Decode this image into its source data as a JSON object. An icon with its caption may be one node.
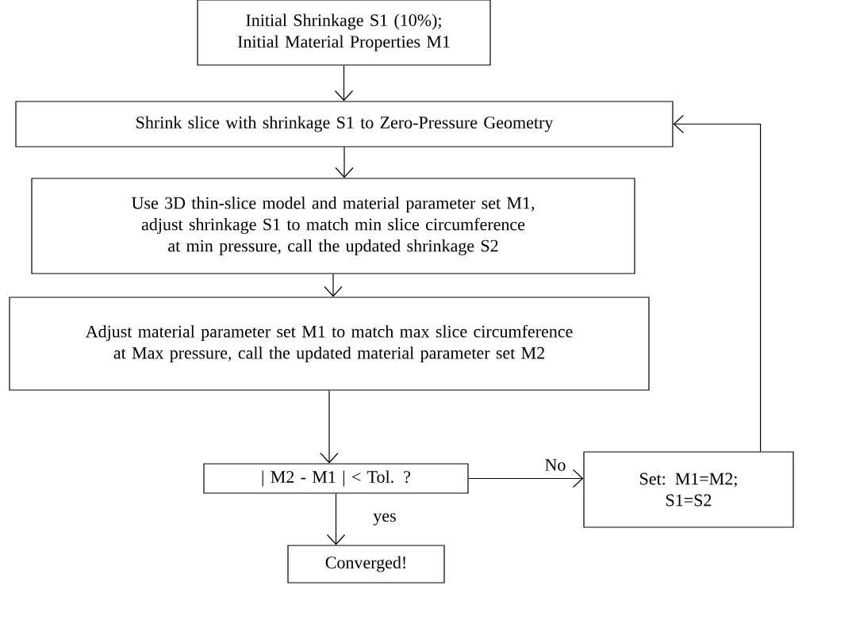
{
  "diagram": {
    "nodes": [
      {
        "text": [
          "Initial Shrinkage S1 (10%); Initial Material Properties M1"
        ]
      },
      {
        "text": [
          "Shrink slice with shrinkage S1 to Zero-Pressure Geometry"
        ]
      },
      {
        "text": [
          "Use 3D thin-slice model and material parameter set M1, adjust shrinkage S1 to match min slice circumference at min pressure, call the updated shrinkage S2"
        ]
      },
      {
        "text": [
          "Adjust material parameter set M1 to match max slice circumference at Max pressure, call the updated material parameter set M2"
        ]
      },
      {
        "text": [
          "| M2 - M1 | < Tol. ?"
        ]
      },
      {
        "text": [
          "Set: M1=M2; S1=S2"
        ]
      },
      {
        "text": [
          "Converged!"
        ]
      }
    ],
    "edges": [
      {
        "from": 0,
        "to": 1,
        "arrow": "to"
      },
      {
        "from": 1,
        "to": 2,
        "arrow": "to"
      },
      {
        "from": 2,
        "to": 3,
        "arrow": "to"
      },
      {
        "from": 3,
        "to": 4,
        "arrow": "to"
      },
      {
        "from": 4,
        "to": 5,
        "arrow": "to",
        "label": "No"
      },
      {
        "from": 5,
        "to": 1,
        "arrow": "to"
      },
      {
        "from": 4,
        "to": 6,
        "arrow": "to",
        "label": "yes"
      }
    ]
  }
}
